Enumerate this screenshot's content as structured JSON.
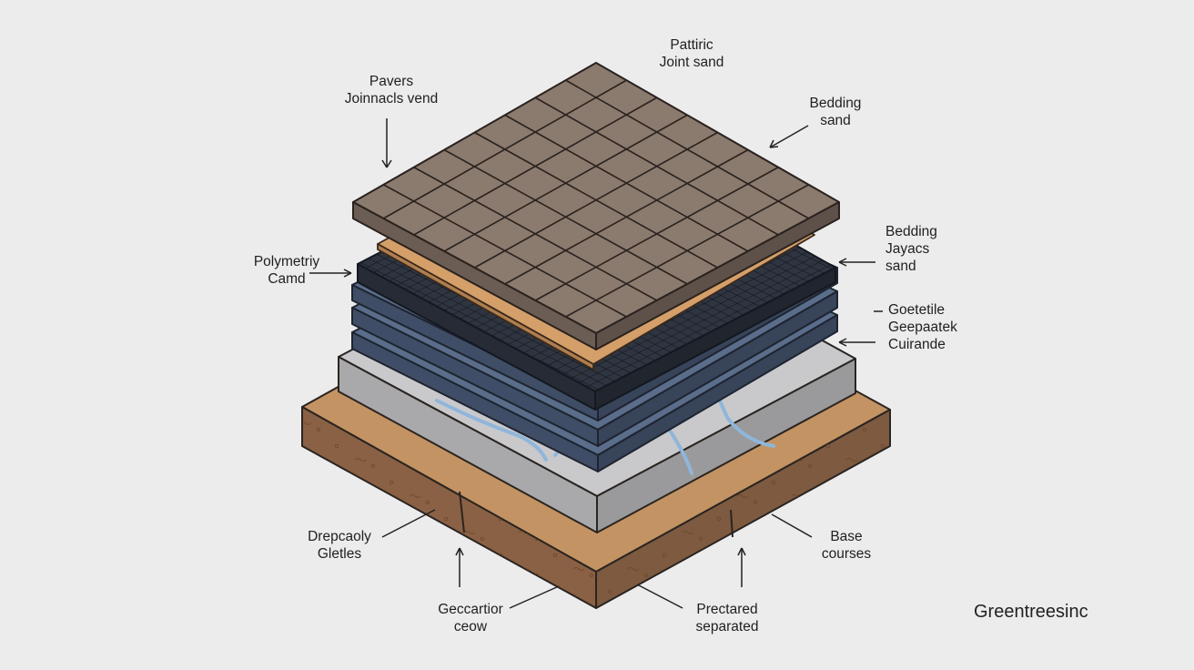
{
  "labels": {
    "pavers": [
      "Pavers",
      "Joinnacls vend"
    ],
    "patturic": [
      "Pattiric",
      "Joint sand"
    ],
    "bedding_top": [
      "Bedding",
      "sand"
    ],
    "polymetric": [
      "Polymetriy",
      "Camd"
    ],
    "bedding_mid": [
      "Bedding",
      "Jayacs",
      "sand"
    ],
    "geotextile": [
      "Goetetile",
      "Geepaatek",
      "Cuirande"
    ],
    "drepcaoly": [
      "Drepcaoly",
      "Gletles"
    ],
    "base": [
      "Base",
      "courses"
    ],
    "geccartior": [
      "Geccartior",
      "ceow"
    ],
    "prectared": [
      "Prectared",
      "separated"
    ]
  },
  "brand": "Greentreesinc",
  "colors": {
    "background": "#ececed",
    "pavers": "#8b7a6e",
    "bedding_sand": "#c8925e",
    "grid_layer": "#2f3540",
    "blue_layers": "#4a5c78",
    "base_course": "#a9a9ab",
    "soil": "#b07e4f",
    "water": "#9cc3e6"
  }
}
